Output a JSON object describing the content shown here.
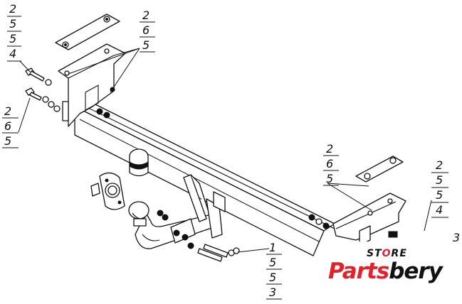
{
  "callouts": [
    {
      "id": "top-left-bolt",
      "values": [
        "2",
        "5",
        "5",
        "4"
      ]
    },
    {
      "id": "left-bolt",
      "values": [
        "2",
        "6",
        "5"
      ]
    },
    {
      "id": "top-plate",
      "values": [
        "2",
        "6",
        "5"
      ]
    },
    {
      "id": "right-plate",
      "values": [
        "2",
        "6",
        "5"
      ]
    },
    {
      "id": "right-bracket",
      "values": [
        "2",
        "5",
        "5",
        "4"
      ]
    },
    {
      "id": "bottom-bolts",
      "values": [
        "1",
        "5",
        "5",
        "3"
      ]
    }
  ],
  "cut_off_label": "3",
  "watermark": {
    "store_prefix": "ST",
    "store_mid": "O",
    "store_suffix": "RE",
    "name_part1": "Parts",
    "name_part2": "bery"
  }
}
